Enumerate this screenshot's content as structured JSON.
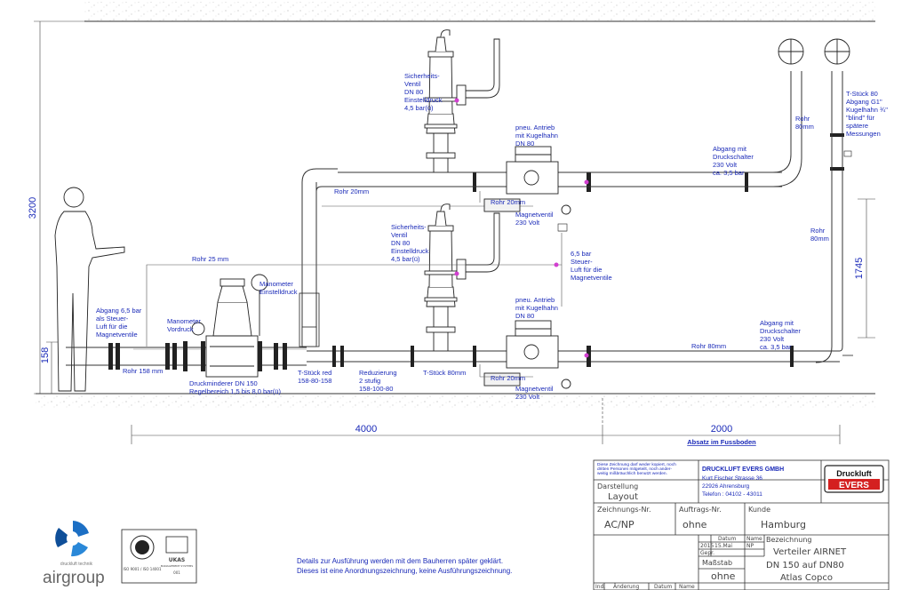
{
  "dimensions": {
    "height_total": "3200",
    "height_base": "158",
    "height_right": "1745",
    "length_left": "4000",
    "length_right": "2000",
    "floor_note": "Absatz im Fussboden"
  },
  "labels": {
    "safety_valve_upper": [
      "Sicherheits-",
      "Ventil",
      "DN 80",
      "Einstelldruck",
      "4,5 bar(ü)"
    ],
    "safety_valve_lower": [
      "Sicherheits-",
      "Ventil",
      "DN 80",
      "Einstelldruck",
      "4,5 bar(ü)"
    ],
    "actuator_upper": [
      "pneu. Antrieb",
      "mit Kugelhahn",
      "DN 80"
    ],
    "actuator_lower": [
      "pneu. Antrieb",
      "mit Kugelhahn",
      "DN 80"
    ],
    "pipe_20_upper": "Rohr 20mm",
    "pipe_20_mid": "Rohr 20mm",
    "pipe_20_lower": "Rohr 20mm",
    "solenoid_upper": [
      "Magnetventil",
      "230 Volt"
    ],
    "solenoid_lower": [
      "Magnetventil",
      "230 Volt"
    ],
    "pressure_switch_upper": [
      "Abgang mit",
      "Druckschalter",
      "230 Volt",
      "ca. 3,5 bar"
    ],
    "pressure_switch_lower": [
      "Abgang mit",
      "Druckschalter",
      "230 Volt",
      "ca. 3,5 bar"
    ],
    "pipe_80_upper_right": [
      "Rohr",
      "80mm"
    ],
    "pipe_80_far_right": [
      "Rohr",
      "80mm"
    ],
    "t_piece_80": [
      "T-Stück 80",
      "Abgang G1\"",
      "Kugelhahn ¾\"",
      "\"blind\" für",
      "spätere",
      "Messungen"
    ],
    "pipe_25": "Rohr 25 mm",
    "control_air_right": [
      "6,5 bar",
      "Steuer-",
      "Luft für die",
      "Magnetventile"
    ],
    "control_air_left": [
      "Abgang 6,5 bar",
      "als Steuer-",
      "Luft für die",
      "Magnetventile"
    ],
    "manometer_set": [
      "Manometer",
      "Einstelldruck"
    ],
    "manometer_pre": [
      "Manometer",
      "Vordruck"
    ],
    "pipe_158": "Rohr 158 mm",
    "pressure_reducer": [
      "Druckminderer DN 150",
      "Regelbereich 1,5 bis 8,0 bar(ü)"
    ],
    "t_piece_red": [
      "T-Stück red",
      "158-80-158"
    ],
    "reduction": [
      "Reduzierung",
      "2 stufig",
      "158-100-80"
    ],
    "t_piece_80_bottom": "T-Stück 80mm",
    "pipe_80_bottom": "Rohr 80mm"
  },
  "notes": [
    "Details zur Ausführung werden mit dem Bauherren später geklärt.",
    "Dieses ist eine Anordnungszeichnung, keine Ausführungszeichnung."
  ],
  "logo": {
    "brand": "airgroup",
    "tagline": "druckluft technik"
  },
  "cert": {
    "iso": "ISO 9001 / ISO 14001",
    "ukas": "UKAS",
    "ukas_sub": "MANAGEMENT SYSTEMS",
    "num": "001"
  },
  "titleblock": {
    "disclaimer": [
      "Diese Zeichnung darf weder kopiert, noch",
      "dritten Personen mitgeteilt, noch ander-",
      "weitig mißbräuchlich benutzt werden."
    ],
    "company": "DRUCKLUFT EVERS GMBH",
    "street": "Kurt Fischer Strasse 36",
    "city": "22926 Ahrensburg",
    "phone": "Telefon : 04102 - 43011",
    "brand_top": "Druckluft",
    "brand_bottom": "EVERS",
    "darstellung_label": "Darstellung",
    "darstellung_value": "Layout",
    "zeichnungs_label": "Zeichnungs-Nr.",
    "zeichnungs_value": "AC/NP",
    "auftrags_label": "Auftrags-Nr.",
    "auftrags_value": "ohne",
    "kunde_label": "Kunde",
    "kunde_value": "Hamburg",
    "datum_label": "Datum",
    "name_label": "Name",
    "year": "2015",
    "date": "15.Mai",
    "initials": "NP",
    "gepr": "Gepr.",
    "bezeichnung_label": "Bezeichnung",
    "bezeichnung": [
      "Verteiler AIRNET",
      "DN 150 auf DN80",
      "Atlas Copco"
    ],
    "massstab_label": "Maßstab",
    "massstab_value": "ohne",
    "footer": [
      "Ind.",
      "Änderung",
      "Datum",
      "Name"
    ]
  }
}
